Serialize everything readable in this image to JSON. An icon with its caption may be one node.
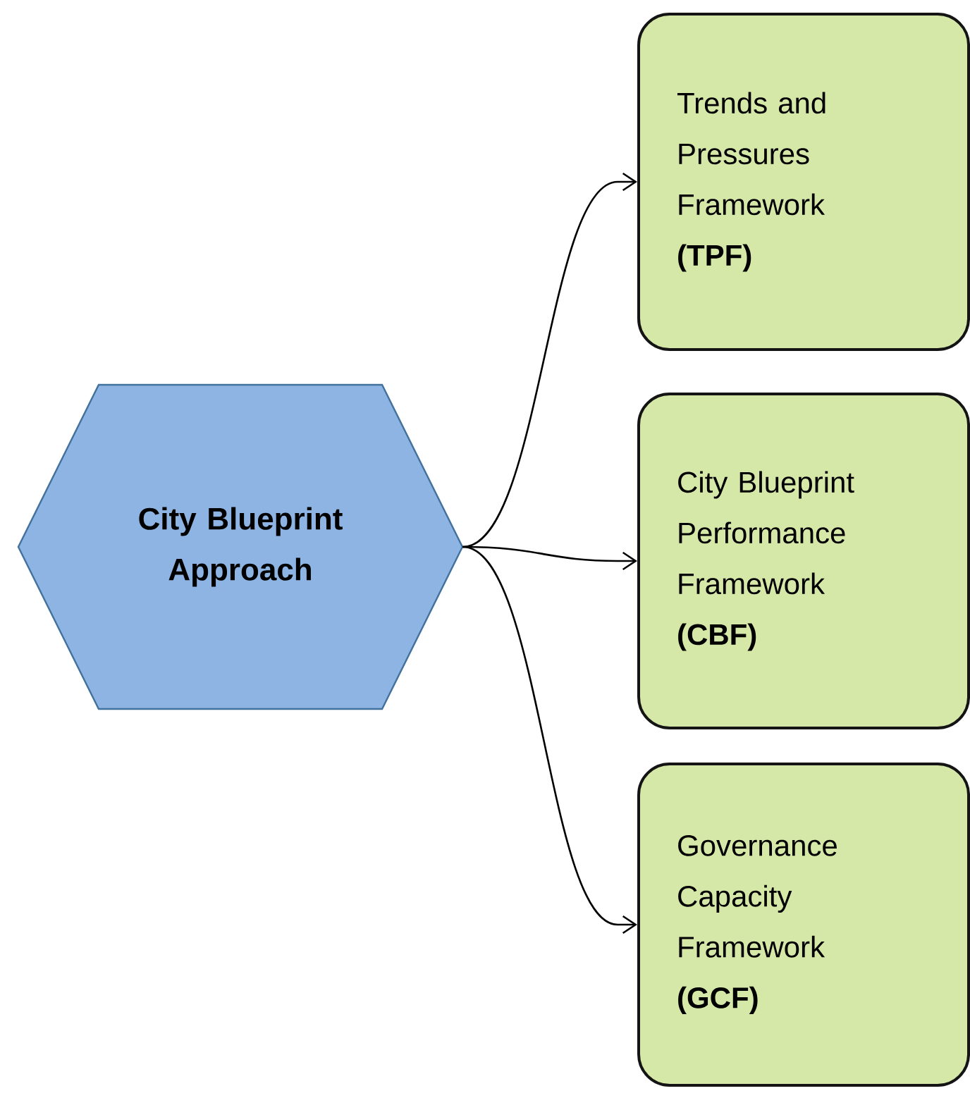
{
  "diagram": {
    "nodes": [
      {
        "text": [
          "City Blueprint Approach"
        ]
      },
      {
        "text": [
          "Trends and Pressures Framework",
          "(TPF)"
        ]
      },
      {
        "text": [
          "City Blueprint Performance Framework",
          "(CBF)"
        ]
      },
      {
        "text": [
          "Governance Capacity Framework",
          "(GCF)"
        ]
      }
    ],
    "edges": [
      {
        "from": 0,
        "to": 1,
        "arrow": "to"
      },
      {
        "from": 0,
        "to": 2,
        "arrow": "to"
      },
      {
        "from": 0,
        "to": 3,
        "arrow": "to"
      }
    ]
  }
}
